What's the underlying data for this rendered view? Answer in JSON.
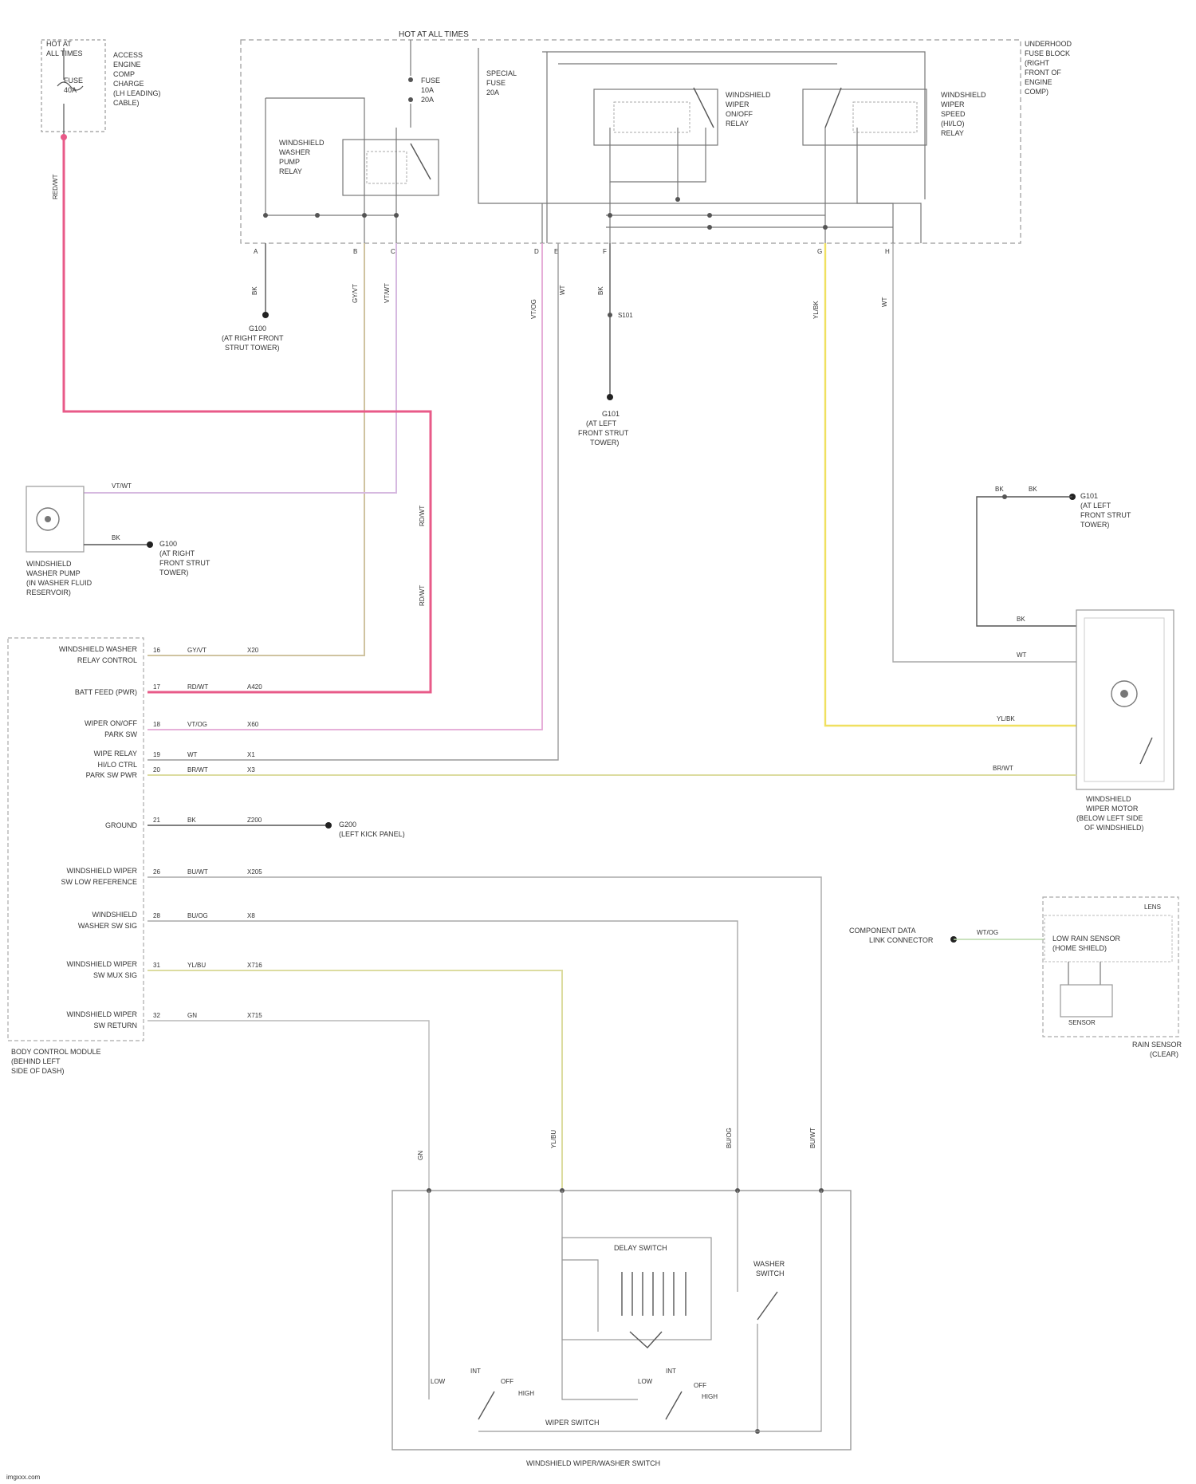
{
  "top_fuse_block": {
    "amps": "40A",
    "lines": [
      "HOT AT",
      "ALL TIMES",
      "FUSE",
      "ACCESS",
      "ENGINE",
      "COMP",
      "CHARGE",
      "(LH LEADING)",
      "CABLE)"
    ]
  },
  "power_module": {
    "title": "HOT AT ALL TIMES",
    "caption_lines": [
      "UNDERHOOD",
      "FUSE BLOCK",
      "(RIGHT",
      "FRONT OF",
      "ENGINE",
      "COMP)"
    ],
    "fuse_a": [
      "FUSE",
      "10A",
      "20A"
    ],
    "fuse_b": [
      "SPECIAL",
      "FUSE",
      "20A"
    ],
    "relay_pump": [
      "WINDSHIELD",
      "WASHER",
      "PUMP",
      "RELAY"
    ],
    "relay_on_off": [
      "WINDSHIELD",
      "WIPER",
      "ON/OFF",
      "RELAY"
    ],
    "relay_hi_lo": [
      "WINDSHIELD",
      "WIPER",
      "SPEED",
      "(HI/LO)",
      "RELAY"
    ],
    "pin_labels": [
      "A",
      "B",
      "C",
      "D",
      "E",
      "F",
      "G",
      "H"
    ]
  },
  "wires": {
    "pink_feed": "RED/WT",
    "ground_a": "BK",
    "washer_relay_out": "GY/VT",
    "washer_motor_feed": "VT/WT",
    "park_sw": "VT/OG",
    "on_off_feed": "WT",
    "on_off_gnd": "BK",
    "hi_speed": "YL/BK",
    "lo_speed": "WT",
    "motor_gnd": "BK",
    "motor_park": "WT",
    "motor_hi": "YL/BK",
    "motor_lo": "BR/WT",
    "gnd_circuit": "BK",
    "splice_vert": "RD/WT"
  },
  "grounds": {
    "g_left": [
      "G100",
      "(AT RIGHT FRONT",
      "STRUT TOWER)"
    ],
    "g_center": [
      "G101",
      "(AT LEFT",
      "FRONT STRUT",
      "TOWER)"
    ],
    "g_center_splice": "S101",
    "g_washer": [
      "G100",
      "(AT RIGHT",
      "FRONT STRUT",
      "TOWER)"
    ],
    "g_right": [
      "G101",
      "(AT LEFT",
      "FRONT STRUT",
      "TOWER)"
    ],
    "g_bcm": [
      "G200",
      "(LEFT KICK PANEL)"
    ]
  },
  "washer_pump": {
    "label": [
      "WINDSHIELD",
      "WASHER PUMP",
      "(IN WASHER FLUID",
      "RESERVOIR)"
    ]
  },
  "wiper_motor": {
    "label": [
      "WINDSHIELD",
      "WIPER MOTOR",
      "(BELOW LEFT SIDE",
      "OF WINDSHIELD)"
    ]
  },
  "bcm": {
    "label": [
      "BODY CONTROL MODULE",
      "(BEHIND LEFT",
      "SIDE OF DASH)"
    ],
    "rows": [
      {
        "name": [
          "WINDSHIELD WASHER",
          "RELAY CONTROL"
        ],
        "pin": "16",
        "color": "GY/VT",
        "circ": "X20"
      },
      {
        "name": [
          "BATT FEED (PWR)"
        ],
        "pin": "17",
        "color": "RD/WT",
        "circ": "A420"
      },
      {
        "name": [
          "WIPER ON/OFF",
          "PARK SW"
        ],
        "pin": "18",
        "color": "VT/OG",
        "circ": "X60"
      },
      {
        "name": [
          "WIPE RELAY",
          "HI/LO CTRL"
        ],
        "pin": "19",
        "color": "WT",
        "circ": "X1"
      },
      {
        "name": [
          "PARK SW PWR"
        ],
        "pin": "20",
        "color": "BR/WT",
        "circ": "X3"
      },
      {
        "name": [
          "GROUND"
        ],
        "pin": "21",
        "color": "BK",
        "circ": "Z200"
      },
      {
        "name": [
          "WINDSHIELD WIPER",
          "SW LOW REFERENCE"
        ],
        "pin": "26",
        "color": "BU/WT",
        "circ": "X205"
      },
      {
        "name": [
          "WINDSHIELD",
          "WASHER SW SIG"
        ],
        "pin": "28",
        "color": "BU/OG",
        "circ": "X8"
      },
      {
        "name": [
          "WINDSHIELD WIPER",
          "SW MUX SIG"
        ],
        "pin": "31",
        "color": "YL/BU",
        "circ": "X716"
      },
      {
        "name": [
          "WINDSHIELD WIPER",
          "SW RETURN"
        ],
        "pin": "32",
        "color": "GN",
        "circ": "X715"
      }
    ]
  },
  "sensor": {
    "left_label": [
      "COMPONENT DATA",
      "LINK CONNECTOR"
    ],
    "wire": "WT/OG",
    "box_title": "LENS",
    "inner": [
      "LOW RAIN SENSOR",
      "(HOME SHIELD)"
    ],
    "sub": "SENSOR",
    "caption": [
      "RAIN SENSOR",
      "(CLEAR)"
    ]
  },
  "multifunction": {
    "caption": "WINDSHIELD WIPER/WASHER SWITCH",
    "delay_switch": "DELAY SWITCH",
    "washer_switch": [
      "WASHER",
      "SWITCH"
    ],
    "wiper_switch": "WIPER SWITCH",
    "pos_left": [
      "LOW",
      "INT",
      "OFF",
      "HIGH"
    ],
    "pos_right": [
      "LOW",
      "INT",
      "OFF",
      "HIGH"
    ],
    "vert_wires": [
      "GN",
      "YL/BU",
      "BU/OG",
      "BU/WT"
    ]
  },
  "footer": "imgxxx.com"
}
